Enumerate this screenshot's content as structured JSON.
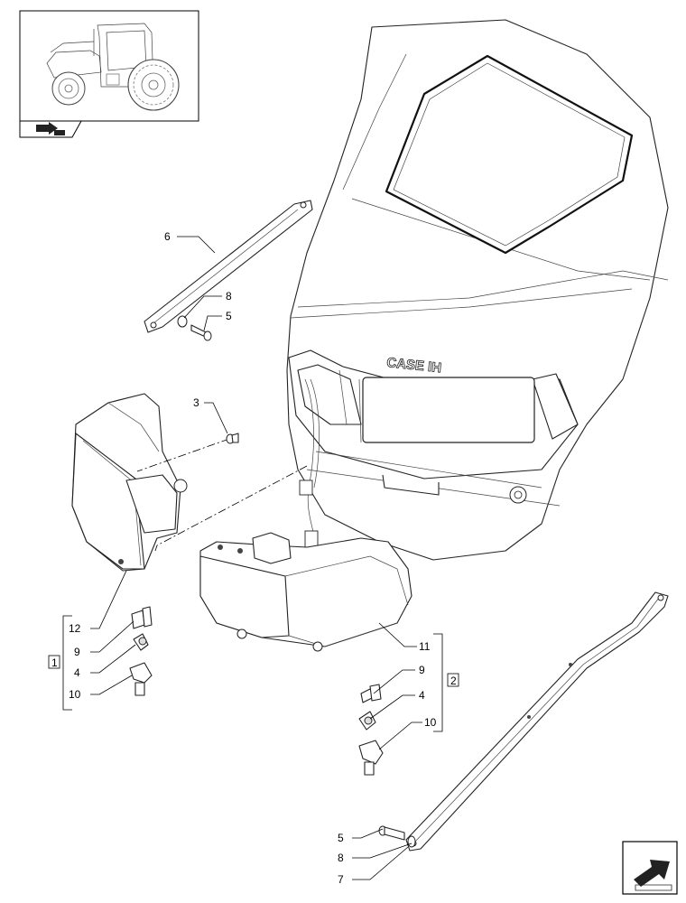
{
  "brand_text": "CASE IH",
  "callouts": {
    "c1": "1",
    "c2": "2",
    "c3": "3",
    "c4a": "4",
    "c4b": "4",
    "c5a": "5",
    "c5b": "5",
    "c6": "6",
    "c7": "7",
    "c8a": "8",
    "c8b": "8",
    "c9a": "9",
    "c9b": "9",
    "c10a": "10",
    "c10b": "10",
    "c11": "11",
    "c12": "12"
  },
  "icons": {
    "thumbnail": "tractor-thumbnail-icon",
    "nav_top": "book-arrow-icon",
    "nav_bottom": "next-page-arrow-icon"
  }
}
